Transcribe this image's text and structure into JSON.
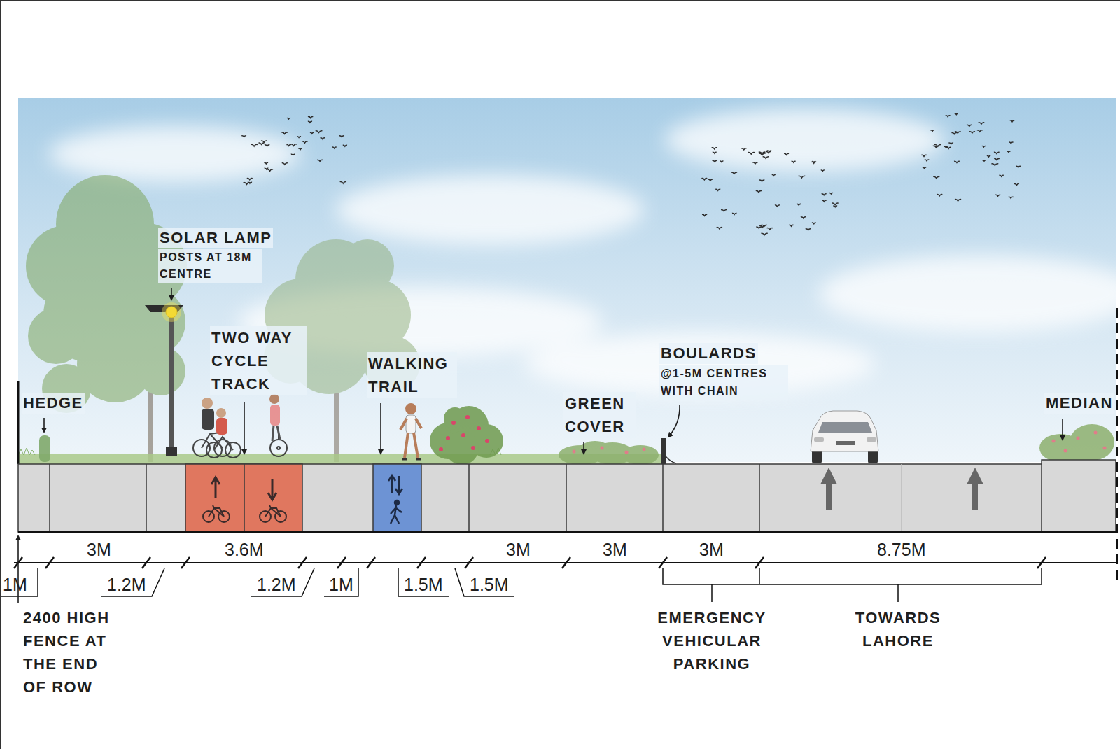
{
  "diagram": {
    "labels": [
      "HEDGE",
      "SOLAR LAMP",
      "POSTS AT 18M CENTRE",
      "TWO WAY CYCLE TRACK",
      "WALKING TRAIL",
      "BOULARDS",
      "@1-5M CENTRES WITH CHAIN",
      "GREEN COVER",
      "MEDIAN",
      "3M",
      "3.6M",
      "3M",
      "3M",
      "3M",
      "8.75M",
      "1M",
      "1.2M",
      "1.2M",
      "1M",
      "1.5M",
      "1.5M",
      "2400 HIGH FENCE AT THE END OF ROW",
      "EMERGENCY VEHICULAR PARKING",
      "TOWARDS LAHORE"
    ]
  }
}
